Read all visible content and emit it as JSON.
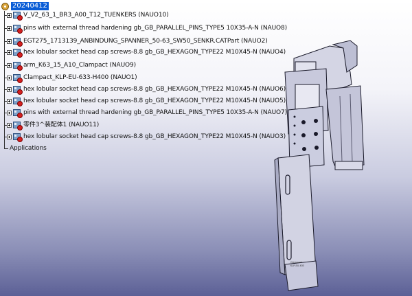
{
  "tree": {
    "root": "20240412",
    "items": [
      {
        "label": "V_V2_63_1_BR3_A00_T12_TUENKERS (NAUO10)"
      },
      {
        "label": "pins with external thread hardening gb_GB_PARALLEL_PINS_TYPE5 10X35-A-N (NAUO8)"
      },
      {
        "label": "EGT275_1713139_ANBINDUNG_SPANNER_50-63_SW50_SENKR.CATPart (NAUO2)"
      },
      {
        "label": "hex lobular socket head cap screws-8.8 gb_GB_HEXAGON_TYPE22 M10X45-N (NAUO4)"
      },
      {
        "label": "arm_K63_15_A10_Clampact (NAUO9)"
      },
      {
        "label": "Clampact_KLP-EU-633-H400 (NAUO1)"
      },
      {
        "label": "hex lobular socket head cap screws-8.8 gb_GB_HEXAGON_TYPE22 M10X45-N (NAUO6)"
      },
      {
        "label": "hex lobular socket head cap screws-8.8 gb_GB_HEXAGON_TYPE22 M10X45-N (NAUO5)"
      },
      {
        "label": "pins with external thread hardening gb_GB_PARALLEL_PINS_TYPE5 10X35-A-N (NAUO7)"
      },
      {
        "label": "零件3^装配体1 (NAUO11)"
      },
      {
        "label": "hex lobular socket head cap screws-8.8 gb_GB_HEXAGON_TYPE22 M10X45-N (NAUO3)"
      }
    ],
    "applications": "Applications"
  },
  "model": {
    "engraving_1": "Clampact",
    "engraving_2": "KLP-EU-633"
  },
  "colors": {
    "selection": "#0a5dd6",
    "part_face": "#d6d6e6",
    "part_edge": "#1a1a2a"
  }
}
